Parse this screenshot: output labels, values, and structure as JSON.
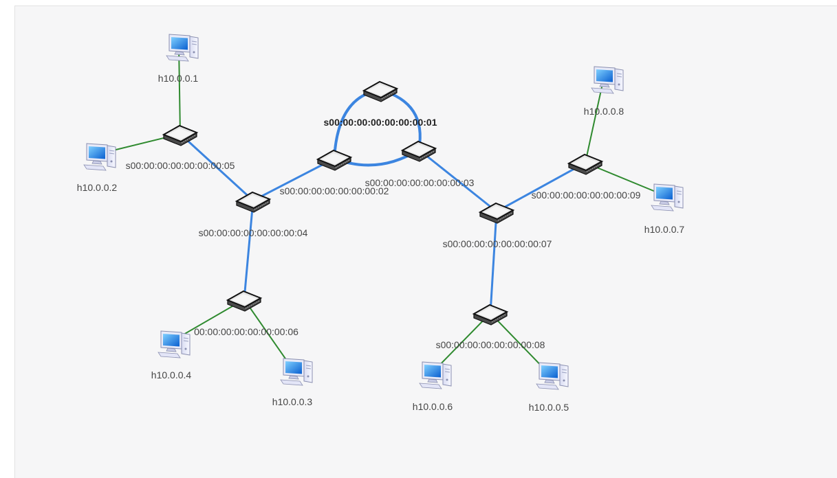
{
  "colors": {
    "switch_link": "#3c85e0",
    "host_link": "#2f8a2f",
    "label": "#444444",
    "canvas_bg": "#f6f6f7"
  },
  "switches": [
    {
      "id": "s1",
      "label": "s00:00:00:00:00:00:00:01",
      "selected": true
    },
    {
      "id": "s2",
      "label": "s00:00:00:00:00:00:00:02",
      "selected": false
    },
    {
      "id": "s3",
      "label": "s00:00:00:00:00:00:00:03",
      "selected": false
    },
    {
      "id": "s4",
      "label": "s00:00:00:00:00:00:00:04",
      "selected": false
    },
    {
      "id": "s5",
      "label": "s00:00:00:00:00:00:00:05",
      "selected": false
    },
    {
      "id": "s6",
      "label": "00:00:00:00:00:00:00:06",
      "selected": false
    },
    {
      "id": "s7",
      "label": "s00:00:00:00:00:00:00:07",
      "selected": false
    },
    {
      "id": "s8",
      "label": "s00:00:00:00:00:00:00:08",
      "selected": false
    },
    {
      "id": "s9",
      "label": "s00:00:00:00:00:00:00:09",
      "selected": false
    }
  ],
  "hosts": [
    {
      "id": "h1",
      "label": "h10.0.0.1",
      "icon": "computer-icon"
    },
    {
      "id": "h2",
      "label": "h10.0.0.2",
      "icon": "computer-icon"
    },
    {
      "id": "h3",
      "label": "h10.0.0.3",
      "icon": "computer-icon"
    },
    {
      "id": "h4",
      "label": "h10.0.0.4",
      "icon": "computer-icon"
    },
    {
      "id": "h5",
      "label": "h10.0.0.5",
      "icon": "computer-icon"
    },
    {
      "id": "h6",
      "label": "h10.0.0.6",
      "icon": "computer-icon"
    },
    {
      "id": "h7",
      "label": "h10.0.0.7",
      "icon": "computer-icon"
    },
    {
      "id": "h8",
      "label": "h10.0.0.8",
      "icon": "computer-icon"
    }
  ],
  "links": [
    {
      "from": "s1",
      "to": "s2",
      "type": "switch"
    },
    {
      "from": "s1",
      "to": "s3",
      "type": "switch"
    },
    {
      "from": "s2",
      "to": "s3",
      "type": "switch"
    },
    {
      "from": "s2",
      "to": "s4",
      "type": "switch"
    },
    {
      "from": "s4",
      "to": "s5",
      "type": "switch"
    },
    {
      "from": "s4",
      "to": "s6",
      "type": "switch"
    },
    {
      "from": "s3",
      "to": "s7",
      "type": "switch"
    },
    {
      "from": "s7",
      "to": "s8",
      "type": "switch"
    },
    {
      "from": "s7",
      "to": "s9",
      "type": "switch"
    },
    {
      "from": "s5",
      "to": "h1",
      "type": "host"
    },
    {
      "from": "s5",
      "to": "h2",
      "type": "host"
    },
    {
      "from": "s6",
      "to": "h3",
      "type": "host"
    },
    {
      "from": "s6",
      "to": "h4",
      "type": "host"
    },
    {
      "from": "s8",
      "to": "h5",
      "type": "host"
    },
    {
      "from": "s8",
      "to": "h6",
      "type": "host"
    },
    {
      "from": "s9",
      "to": "h7",
      "type": "host"
    },
    {
      "from": "s9",
      "to": "h8",
      "type": "host"
    }
  ]
}
